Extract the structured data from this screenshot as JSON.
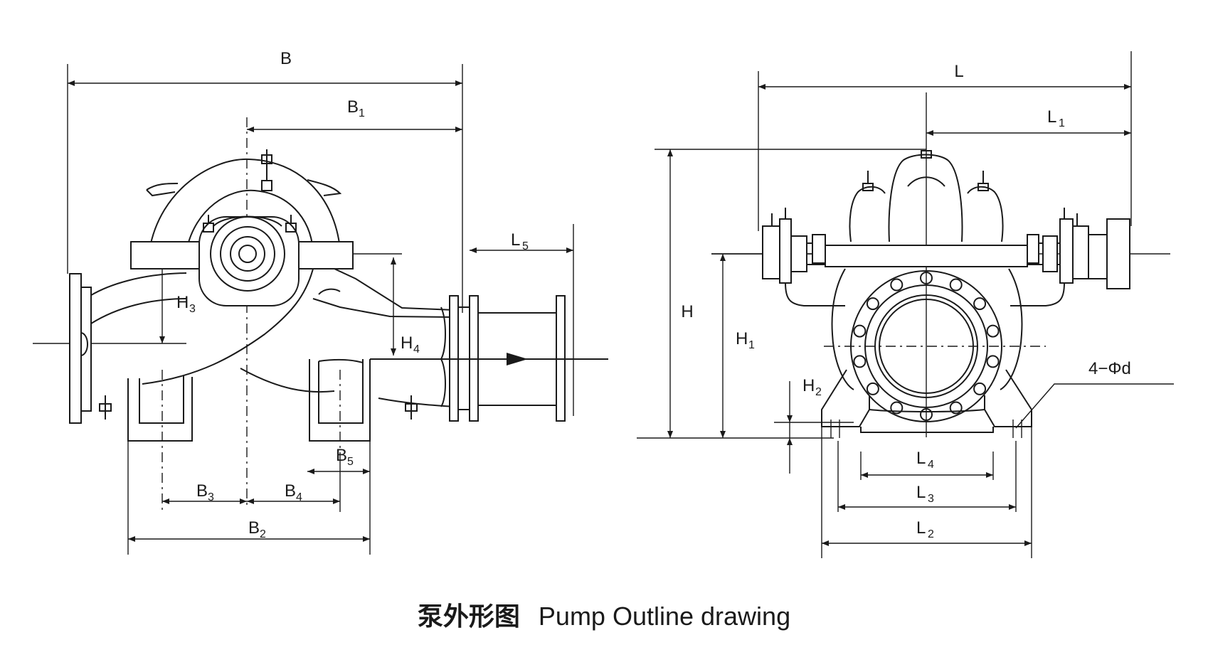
{
  "caption": {
    "chinese": "泵外形图",
    "english": "Pump Outline drawing"
  },
  "side_view_labels": {
    "B": "B",
    "B1": "B",
    "B1_sub": "1",
    "B2": "B",
    "B2_sub": "2",
    "B3": "B",
    "B3_sub": "3",
    "B4": "B",
    "B4_sub": "4",
    "B5": "B",
    "B5_sub": "5",
    "H3": "H",
    "H3_sub": "3",
    "H4": "H",
    "H4_sub": "4",
    "L5": "L",
    "L5_sub": "5"
  },
  "front_view_labels": {
    "L": "L",
    "L1": "L",
    "L1_sub": "1",
    "L2": "L",
    "L2_sub": "2",
    "L3": "L",
    "L3_sub": "3",
    "L4": "L",
    "L4_sub": "4",
    "H": "H",
    "H1": "H",
    "H1_sub": "1",
    "H2": "H",
    "H2_sub": "2",
    "bolt_holes": "4−Φd"
  }
}
